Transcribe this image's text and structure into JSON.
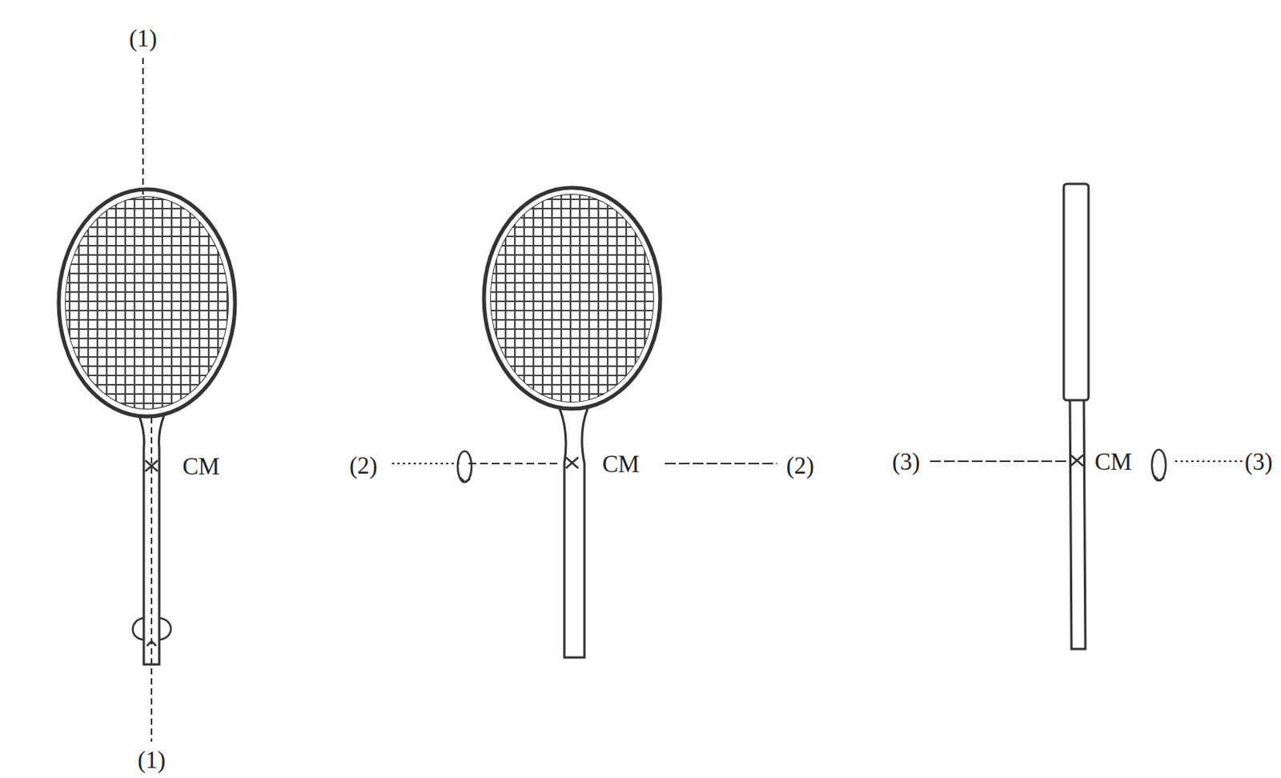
{
  "diagram": {
    "labels": [
      "(1)",
      "CM",
      "(1)",
      "(2)",
      "CM",
      "(2)",
      "(3)",
      "CM",
      "(3)"
    ]
  }
}
